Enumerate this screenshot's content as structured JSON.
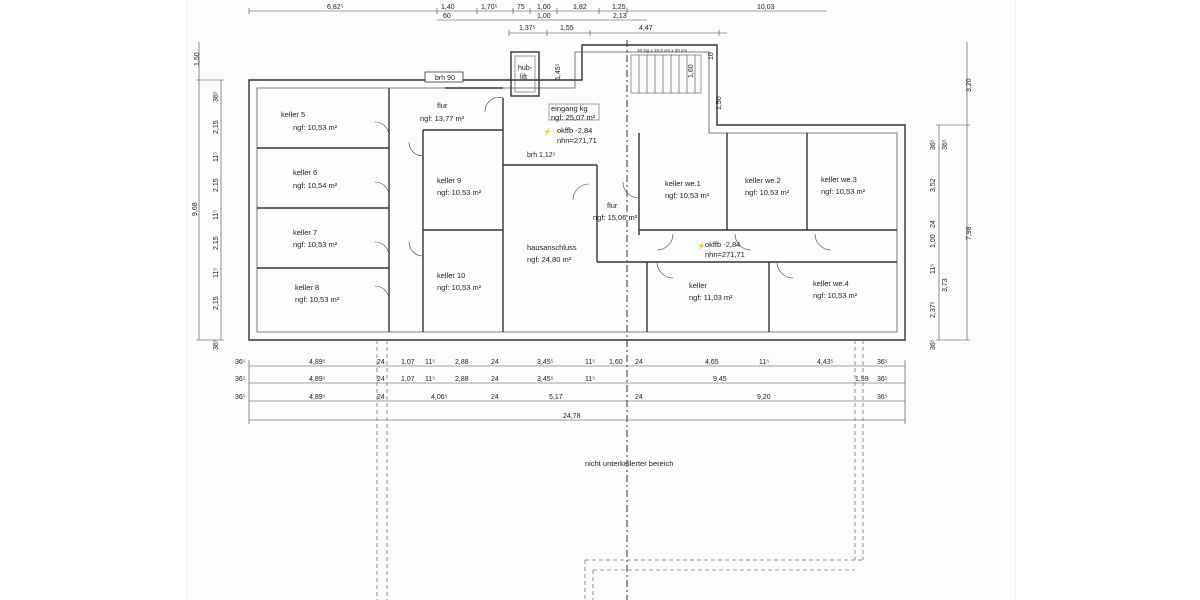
{
  "rooms": {
    "keller5": {
      "name": "keller 5",
      "area": "ngf: 10,53 m²"
    },
    "keller6": {
      "name": "keller 6",
      "area": "ngf: 10,54 m²"
    },
    "keller7": {
      "name": "keller 7",
      "area": "ngf: 10,53 m²"
    },
    "keller8": {
      "name": "keller 8",
      "area": "ngf: 10,53 m²"
    },
    "keller9": {
      "name": "keller 9",
      "area": "ngf: 10,53 m²"
    },
    "keller10": {
      "name": "keller 10",
      "area": "ngf: 10,53 m²"
    },
    "flur1": {
      "name": "flur",
      "area": "ngf: 13,77 m²"
    },
    "eingang": {
      "name": "eingang kg",
      "area": "ngf: 25,07 m²"
    },
    "hausanschluss": {
      "name": "hausanschluss",
      "area": "ngf: 24,80 m²"
    },
    "flur2": {
      "name": "flur",
      "area": "ngf: 15,06 m²"
    },
    "kellerwe1": {
      "name": "keller we.1",
      "area": "ngf: 10,53 m²"
    },
    "kellerwe2": {
      "name": "keller we.2",
      "area": "ngf: 10,53 m²"
    },
    "kellerwe3": {
      "name": "keller we.3",
      "area": "ngf: 10,53 m²"
    },
    "kellerwe4": {
      "name": "keller we.4",
      "area": "ngf: 10,53 m²"
    },
    "keller": {
      "name": "keller",
      "area": "ngf: 11,03 m²"
    }
  },
  "labels": {
    "hublift_1": "hub-",
    "hublift_2": "lift",
    "brh90": "brh 90",
    "brh112": "brh 1,12⁵",
    "stair": "10 stg x 16,9 cm x 30 cm",
    "level1_a": "okffb -2,84",
    "level1_b": "nhn=271,71",
    "level2_a": "okffb -2,84",
    "level2_b": "nhn=271,71",
    "unexcavated": "nicht unterkellerter bereich"
  },
  "dims_top": {
    "row1": [
      "6,82⁵",
      "1,40",
      "1,70⁵",
      "75",
      "1,00",
      "1,82",
      "1,25",
      "10,03"
    ],
    "row2": [
      "60",
      "1,00",
      "2,13"
    ],
    "row3": [
      "1,37⁵",
      "1,55",
      "4,47"
    ],
    "stair_small": [
      "1,45⁵",
      "1,60",
      "10",
      "1,50"
    ]
  },
  "dims_left": [
    "1,50",
    "36⁵",
    "2,15",
    "11⁵",
    "2,15",
    "11⁵",
    "2,15",
    "11⁵",
    "2,15",
    "36⁵",
    "9,68"
  ],
  "dims_right": [
    "3,20",
    "36⁵",
    "36⁵",
    "3,52",
    "24",
    "1,00",
    "11⁵",
    "3,73",
    "2,37⁵",
    "36⁵",
    "7,98"
  ],
  "dims_bottom": {
    "row1": [
      "36⁵",
      "4,89⁵",
      "24",
      "1,07",
      "11⁵",
      "2,88",
      "24",
      "3,45⁵",
      "11⁵",
      "1,60",
      "24",
      "4,65",
      "11⁵",
      "4,43⁵",
      "36⁵"
    ],
    "row2": [
      "36⁵",
      "4,89⁵",
      "24",
      "1,07",
      "11⁵",
      "2,88",
      "24",
      "3,45⁵",
      "11⁵",
      "9,45",
      "1,59",
      "36⁵"
    ],
    "row3": [
      "36⁵",
      "4,89⁵",
      "24",
      "4,06⁵",
      "24",
      "5,17",
      "24",
      "9,20",
      "36⁵"
    ],
    "total": "24,78"
  }
}
